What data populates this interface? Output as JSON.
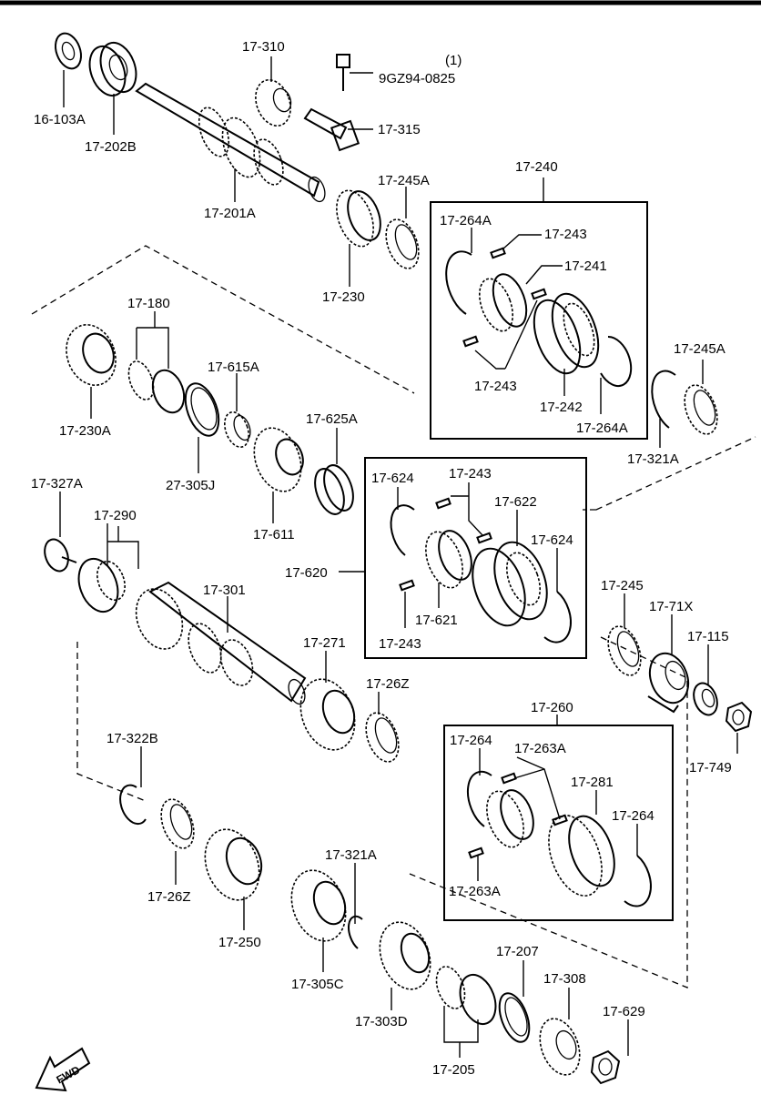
{
  "labels": {
    "p16_103a": "16-103A",
    "p17_202b": "17-202B",
    "p17_310": "17-310",
    "qty1": "(1)",
    "p9gz94": "9GZ94-0825",
    "p17_315": "17-315",
    "p17_201a": "17-201A",
    "p17_245a_top": "17-245A",
    "p17_240": "17-240",
    "p17_230": "17-230",
    "p17_264a_top": "17-264A",
    "p17_243_top": "17-243",
    "p17_241": "17-241",
    "p17_243_mid": "17-243",
    "p17_242": "17-242",
    "p17_264a_bot": "17-264A",
    "p17_245a_right": "17-245A",
    "p17_321a_right": "17-321A",
    "p17_180": "17-180",
    "p17_615a": "17-615A",
    "p17_230a": "17-230A",
    "p27_305j": "27-305J",
    "p17_625a": "17-625A",
    "p17_611": "17-611",
    "p17_327a": "17-327A",
    "p17_290": "17-290",
    "p17_624_left": "17-624",
    "p17_243_620top": "17-243",
    "p17_622": "17-622",
    "p17_624_right": "17-624",
    "p17_620": "17-620",
    "p17_621": "17-621",
    "p17_243_620bot": "17-243",
    "p17_301": "17-301",
    "p17_245": "17-245",
    "p17_71x": "17-71X",
    "p17_115": "17-115",
    "p17_271": "17-271",
    "p17_26z_top": "17-26Z",
    "p17_749": "17-749",
    "p17_260": "17-260",
    "p17_322b": "17-322B",
    "p17_264_left": "17-264",
    "p17_263a_top": "17-263A",
    "p17_281": "17-281",
    "p17_264_right": "17-264",
    "p17_263a_bot": "17-263A",
    "p17_321a_bot": "17-321A",
    "p17_26z_bot": "17-26Z",
    "p17_250": "17-250",
    "p17_305c": "17-305C",
    "p17_303d": "17-303D",
    "p17_207": "17-207",
    "p17_308": "17-308",
    "p17_629": "17-629",
    "p17_205": "17-205",
    "fwd": "FWD"
  }
}
